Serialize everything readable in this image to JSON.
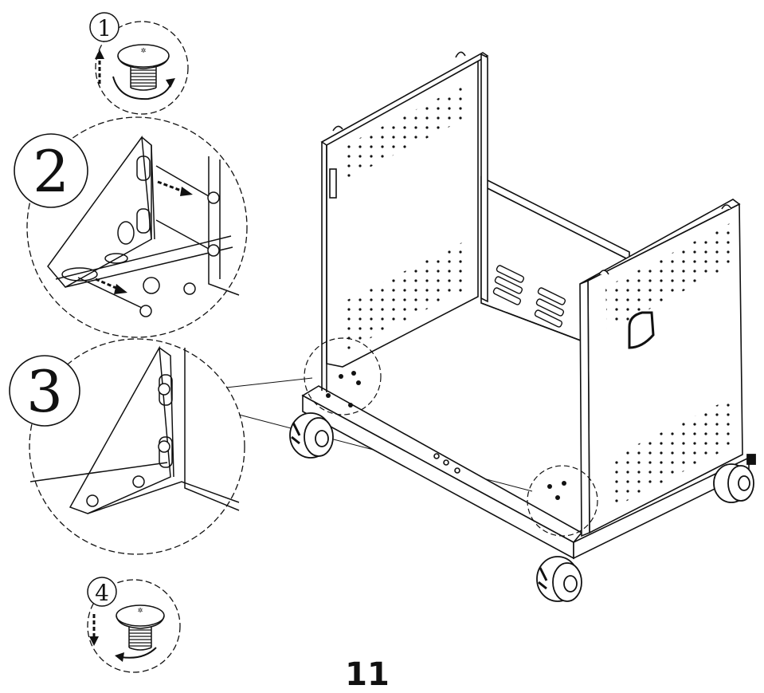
{
  "steps": [
    {
      "number": "1",
      "label": "step-1-loosen-screw"
    },
    {
      "number": "2",
      "label": "step-2-attach-panels"
    },
    {
      "number": "3",
      "label": "step-3-tightened-panel"
    },
    {
      "number": "4",
      "label": "step-4-tighten-screw"
    }
  ],
  "page_number": "11",
  "colors": {
    "line": "#111111",
    "background": "#ffffff"
  }
}
